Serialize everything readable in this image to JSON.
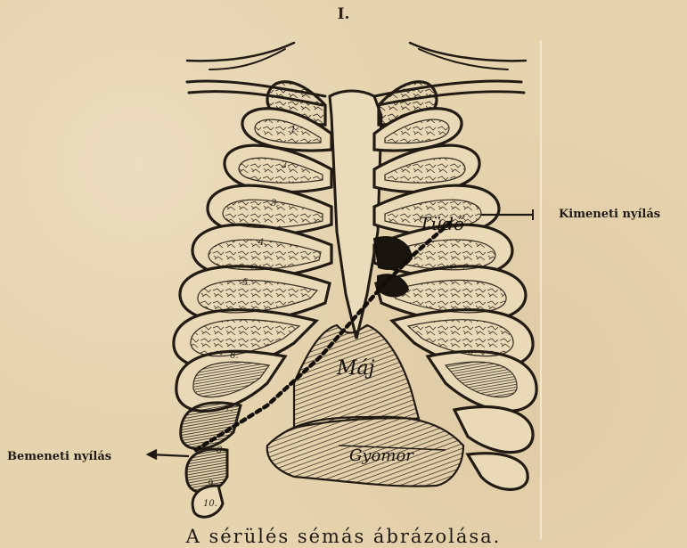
{
  "page": {
    "number": "I."
  },
  "figure": {
    "labels": {
      "exit": "Kimeneti nyílás",
      "entry": "Bemeneti nyílás",
      "lung": "Tüdő",
      "liver": "Máj",
      "stomach": "Gyomor"
    },
    "rib_numbers": [
      "1.",
      "2.",
      "3.",
      "4.",
      "5.",
      "6.",
      "7.",
      "8.",
      "9.",
      "10."
    ],
    "caption": "A sérülés sémás ábrázolása."
  },
  "colors": {
    "paper": "#e6d4af",
    "ink": "#1e1913"
  }
}
